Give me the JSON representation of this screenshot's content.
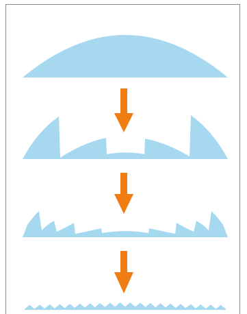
{
  "diagram": {
    "stages": [
      {
        "name": "stage-1-plano-convex-lens"
      },
      {
        "name": "stage-2-lens-rings-cut"
      },
      {
        "name": "stage-3-fresnel-coarse"
      },
      {
        "name": "stage-4-fresnel-fine"
      }
    ],
    "arrows": [
      {
        "name": "arrow-1"
      },
      {
        "name": "arrow-2"
      },
      {
        "name": "arrow-3"
      }
    ],
    "colors": {
      "lens_fill": "#a6d8f0",
      "arrow": "#f07d12",
      "frame_border": "#8a8a8a",
      "background": "#ffffff"
    }
  }
}
